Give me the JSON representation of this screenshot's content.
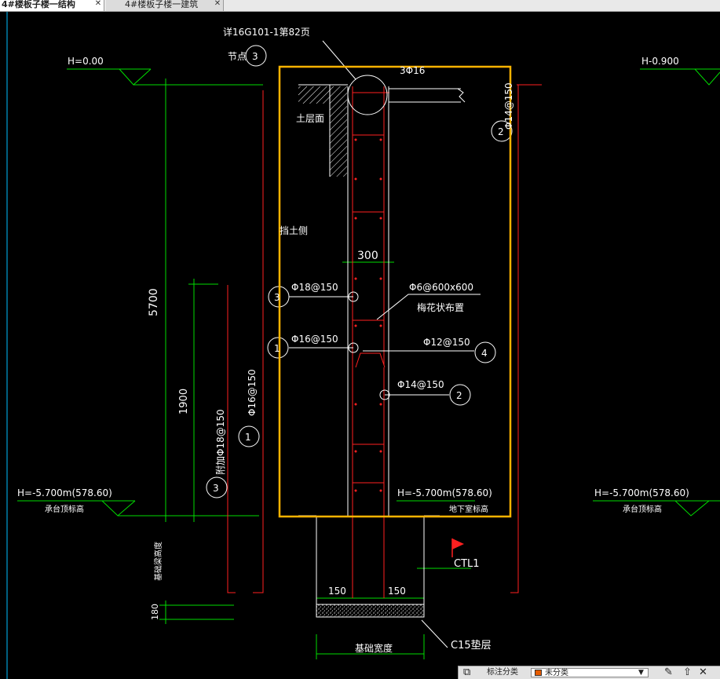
{
  "tabs": [
    {
      "label": "4#楼板子楼一结构",
      "active": true
    },
    {
      "label": "4#楼板子楼一建筑",
      "active": false
    }
  ],
  "drawing": {
    "note_ref": "详16G101-1第82页",
    "node_label": "节点",
    "node_num": "3",
    "top_bar": "3Φ16",
    "elev_left": "H=0.00",
    "elev_right": "H-0.900",
    "elev_bottom": "H=-5.700m(578.60)",
    "bottom_sub_left": "承台顶标高",
    "bottom_sub_mid": "地下室标高",
    "bottom_sub_right": "承台顶标高",
    "soil_face": "土层面",
    "soil_side": "挡土侧",
    "dim_300": "300",
    "dim_5700": "5700",
    "dim_1900": "1900",
    "dim_180": "180",
    "dim_150a": "150",
    "dim_150b": "150",
    "r1": "1",
    "r1_label": "Φ16@150",
    "r1_vert": "Φ16@150",
    "r2": "2",
    "r2_label": "Φ14@150",
    "r2_vert": "Φ14@150",
    "r3": "3",
    "r3_label": "Φ18@150",
    "r3_vert": "附加Φ18@150",
    "r4": "4",
    "r4_label": "Φ12@150",
    "tie_label": "Φ6@600x600",
    "tie_sub": "梅花状布置",
    "ctl": "CTL1",
    "pad": "C15垫层",
    "found_width": "基础宽度",
    "found_height": "基础梁高度"
  },
  "layer_bar": {
    "label": "标注分类",
    "current_layer": "未分类"
  },
  "colors": {
    "highlight": "#ffb300",
    "green_dim": "#00dd00",
    "red_line": "#ff2020",
    "white_line": "#ffffff",
    "layer_swatch": "#e65c00"
  }
}
